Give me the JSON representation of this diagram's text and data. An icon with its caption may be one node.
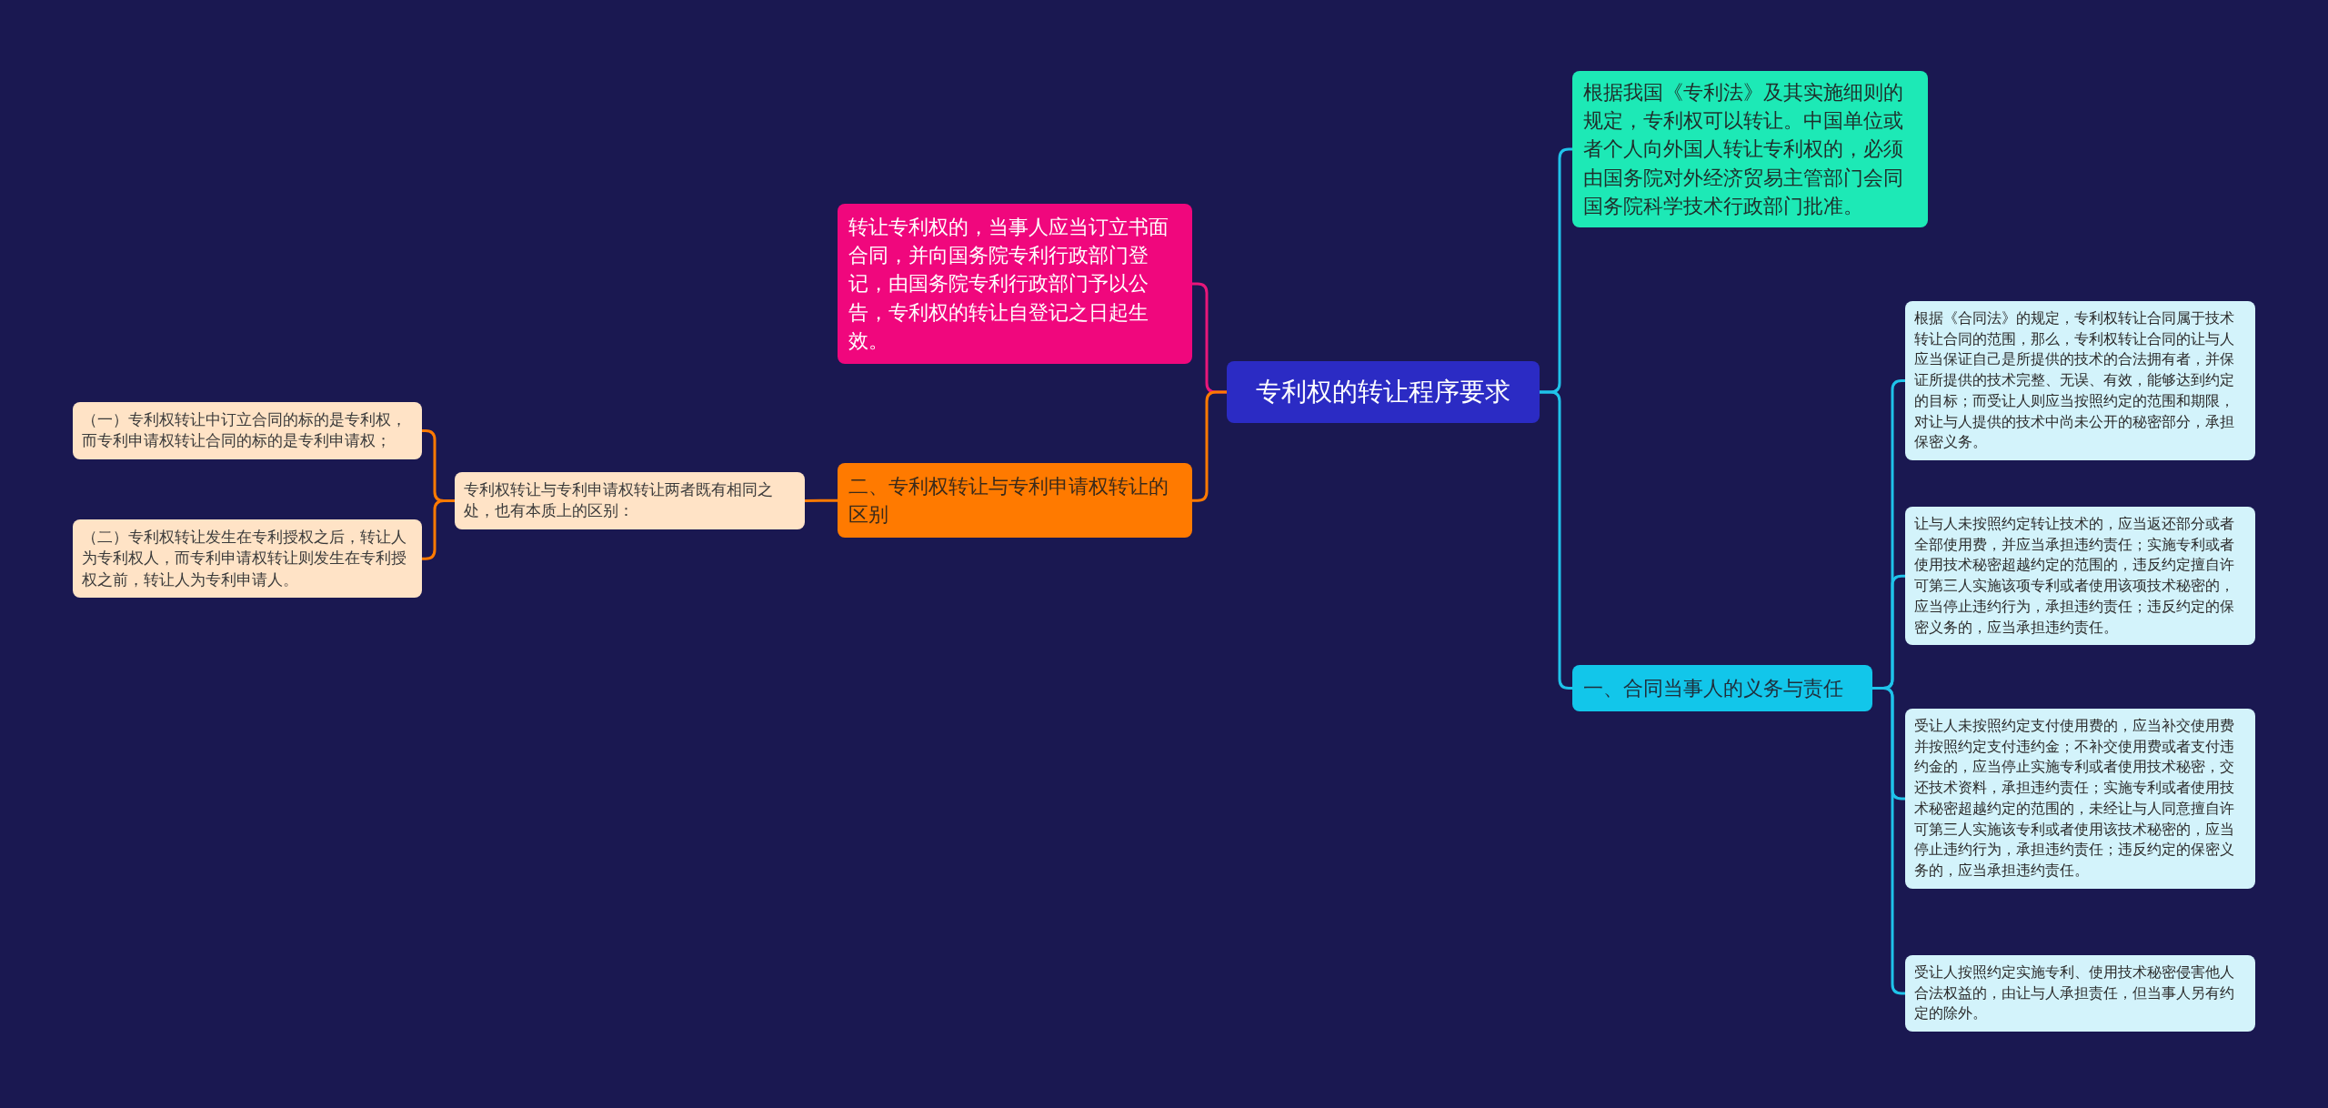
{
  "diagram": {
    "nodes": [
      {
        "text": [
          "专利权的转让程序要求"
        ]
      },
      {
        "text": [
          "转让专利权的，当事人应当订立书面合同，并向国务院专利行政部门登记，由国务院专利行政部门予以公告，专利权的转让自登记之日起生效。"
        ]
      },
      {
        "text": [
          "二、专利权转让与专利申请权转让的区别"
        ]
      },
      {
        "text": [
          "专利权转让与专利申请权转让两者既有相同之处，也有本质上的区别："
        ]
      },
      {
        "text": [
          "（一）专利权转让中订立合同的标的是专利权，而专利申请权转让合同的标的是专利申请权；"
        ]
      },
      {
        "text": [
          "（二）专利权转让发生在专利授权之后，转让人为专利权人，而专利申请权转让则发生在专利授权之前，转让人为专利申请人。"
        ]
      },
      {
        "text": [
          "根据我国《专利法》及其实施细则的规定，专利权可以转让。中国单位或者个人向外国人转让专利权的，必须由国务院对外经济贸易主管部门会同国务院科学技术行政部门批准。"
        ]
      },
      {
        "text": [
          "一、合同当事人的义务与责任"
        ]
      },
      {
        "text": [
          "根据《合同法》的规定，专利权转让合同属于技术转让合同的范围，那么，专利权转让合同的让与人应当保证自己是所提供的技术的合法拥有者，并保证所提供的技术完整、无误、有效，能够达到约定的目标；而受让人则应当按照约定的范围和期限，对让与人提供的技术中尚未公开的秘密部分，承担保密义务。"
        ]
      },
      {
        "text": [
          "让与人未按照约定转让技术的，应当返还部分或者全部使用费，并应当承担违约责任；实施专利或者使用技术秘密超越约定的范围的，违反约定擅自许可第三人实施该项专利或者使用该项技术秘密的，应当停止违约行为，承担违约责任；违反约定的保密义务的，应当承担违约责任。"
        ]
      },
      {
        "text": [
          "受让人未按照约定支付使用费的，应当补交使用费并按照约定支付违约金；不补交使用费或者支付违约金的，应当停止实施专利或者使用技术秘密，交还技术资料，承担违约责任；实施专利或者使用技术秘密超越约定的范围的，未经让与人同意擅自许可第三人实施该专利或者使用该技术秘密的，应当停止违约行为，承担违约责任；违反约定的保密义务的，应当承担违约责任。"
        ]
      },
      {
        "text": [
          "受让人按照约定实施专利、使用技术秘密侵害他人合法权益的，由让与人承担责任，但当事人另有约定的除外。"
        ]
      }
    ],
    "edges": [
      {
        "from": 0,
        "to": 1,
        "arrow": "none",
        "color": "#e8177a"
      },
      {
        "from": 0,
        "to": 2,
        "arrow": "none",
        "color": "#ff7a00"
      },
      {
        "from": 2,
        "to": 3,
        "arrow": "none",
        "color": "#ff7a00"
      },
      {
        "from": 3,
        "to": 4,
        "arrow": "none",
        "color": "#ff7a00"
      },
      {
        "from": 3,
        "to": 5,
        "arrow": "none",
        "color": "#ff7a00"
      },
      {
        "from": 0,
        "to": 6,
        "arrow": "none"
      },
      {
        "from": 0,
        "to": 7,
        "arrow": "none"
      },
      {
        "from": 7,
        "to": 8,
        "arrow": "none"
      },
      {
        "from": 7,
        "to": 9,
        "arrow": "none"
      },
      {
        "from": 7,
        "to": 10,
        "arrow": "none"
      },
      {
        "from": 7,
        "to": 11,
        "arrow": "none"
      }
    ]
  }
}
